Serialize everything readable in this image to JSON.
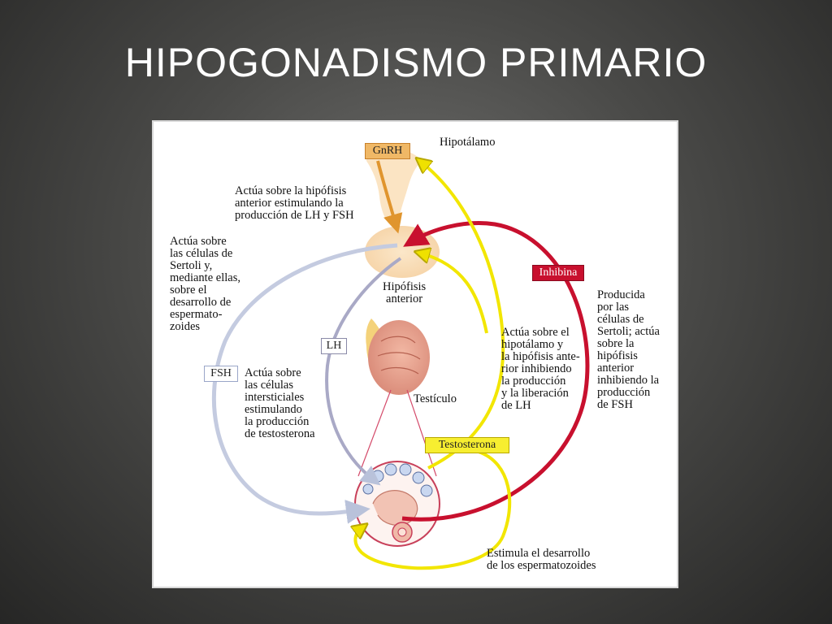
{
  "slide": {
    "title": "HIPOGONADISMO PRIMARIO"
  },
  "diagram": {
    "tags": {
      "gnrh": "GnRH",
      "fsh": "FSH",
      "lh": "LH",
      "inhibina": "Inhibina",
      "testosterona": "Testosterona"
    },
    "labels": {
      "hipotalamo": "Hipotálamo",
      "gnrh_action": "Actúa sobre la hipófisis\nanterior estimulando la\nproducción de LH y FSH",
      "fsh_action": "Actúa sobre\nlas células de\nSertoli y,\nmediante ellas,\nsobre el\ndesarrollo de\nespermato-\nzoides",
      "hipofisis": "Hipófisis\nanterior",
      "lh_action": "Actúa sobre\nlas células\nintersticiales\nestimulando\nla producción\nde testosterona",
      "testiculo": "Testículo",
      "testosterona_feedback": "Actúa sobre el\nhipotálamo y\nla hipófisis ante-\nrior inhibiendo\nla producción\ny la liberación\nde LH",
      "inhibina_action": "Producida\npor las\ncélulas de\nSertoli; actúa\nsobre la\nhipófisis\nanterior\ninhibiendo la\nproducción\nde FSH",
      "testosterona_action": "Estimula el desarrollo\nde los espermatozoides"
    },
    "colors": {
      "gnrh": "#e8a33c",
      "fsh": "#c4cbe0",
      "lh": "#a9a9c6",
      "inhibina": "#c8102e",
      "testosterona": "#f2e600"
    }
  }
}
